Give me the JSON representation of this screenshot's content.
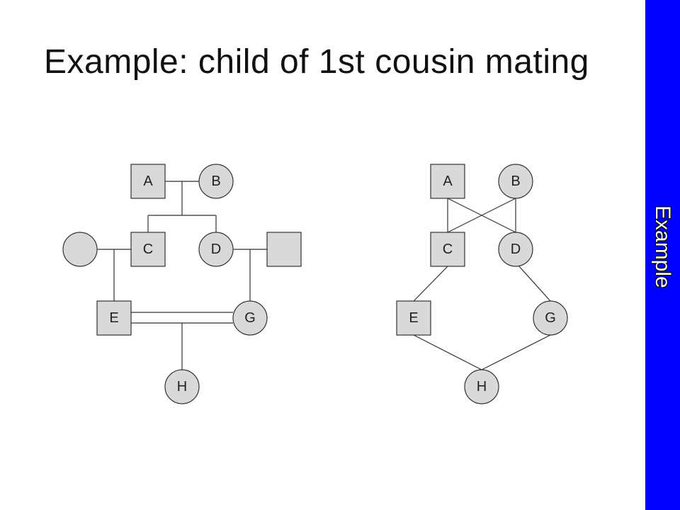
{
  "title": "Example: child of 1st cousin mating",
  "sidebar": {
    "label": "Example"
  },
  "pedigree": {
    "nodes": {
      "A": "A",
      "B": "B",
      "C": "C",
      "D": "D",
      "E": "E",
      "G": "G",
      "H": "H"
    }
  },
  "graph": {
    "nodes": {
      "A": "A",
      "B": "B",
      "C": "C",
      "D": "D",
      "E": "E",
      "G": "G",
      "H": "H"
    }
  },
  "colors": {
    "sidebar": "#0000ff",
    "node_fill": "#d9d9d9",
    "line": "#333333"
  }
}
